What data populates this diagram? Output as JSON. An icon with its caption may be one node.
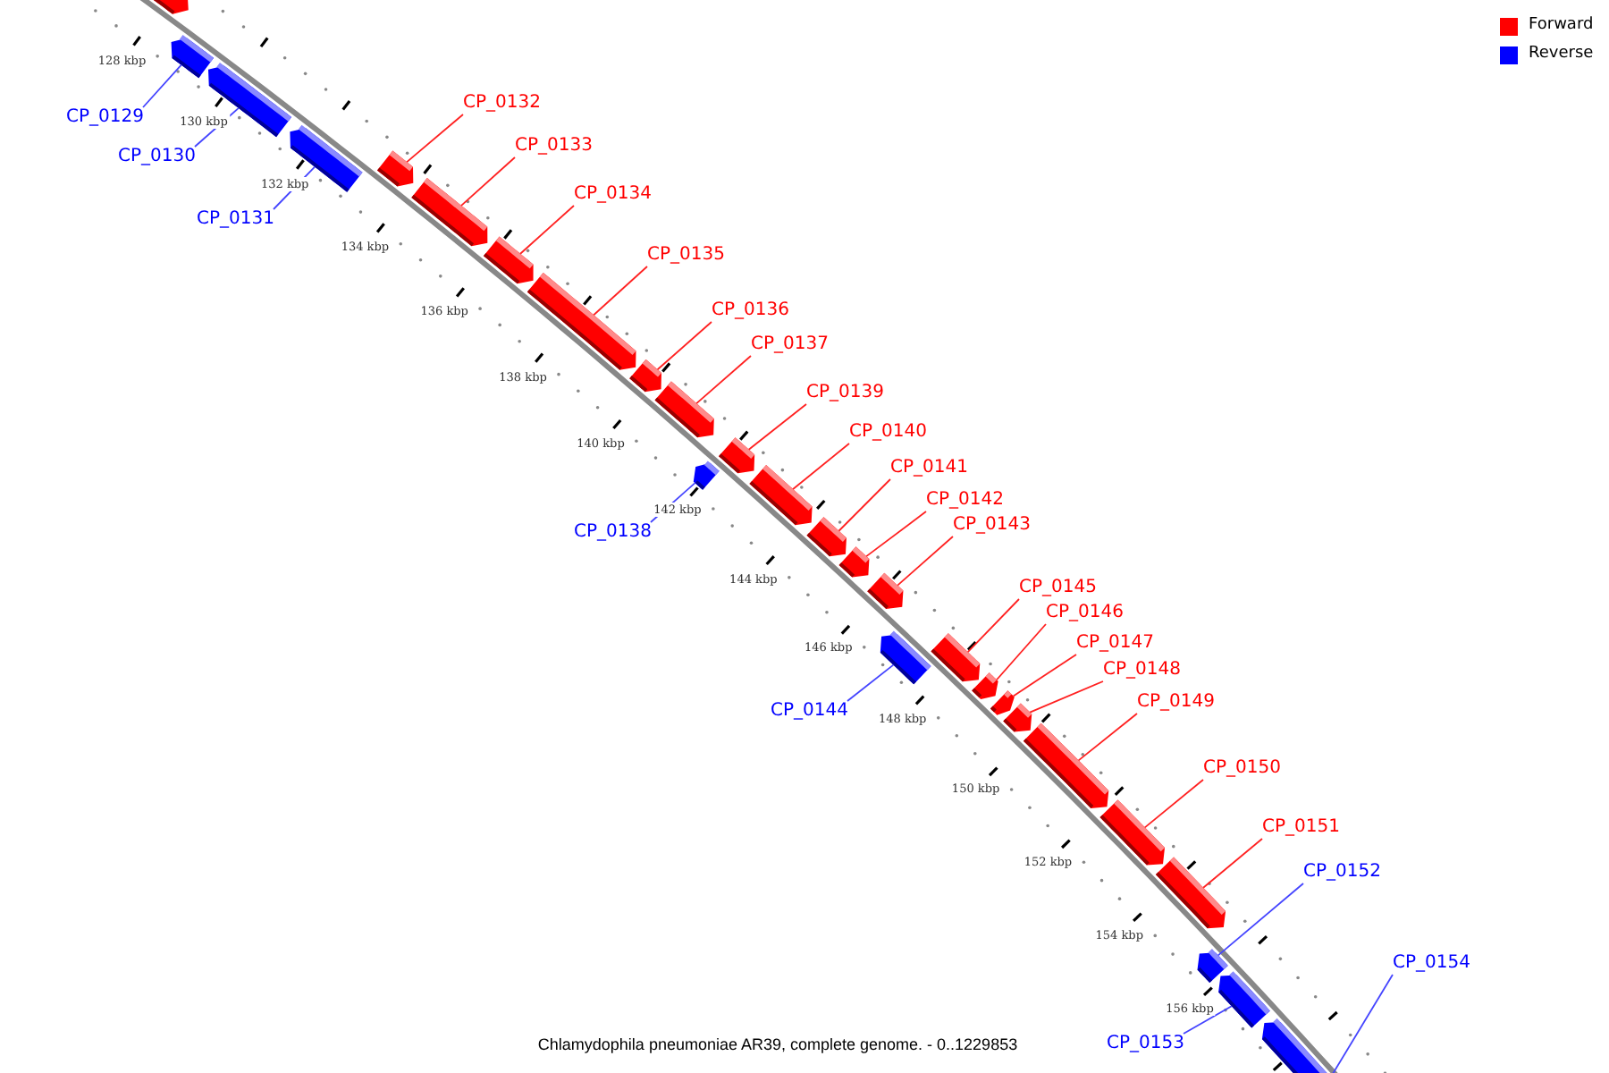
{
  "diagram": {
    "caption": "Chlamydophila pneumoniae AR39, complete genome. - 0..1229853",
    "nodes": [
      {
        "text": [
          "CP_0129"
        ]
      },
      {
        "text": [
          "CP_0130"
        ]
      },
      {
        "text": [
          "CP_0131"
        ]
      },
      {
        "text": [
          "CP_0132"
        ]
      },
      {
        "text": [
          "CP_0133"
        ]
      },
      {
        "text": [
          "CP_0134"
        ]
      },
      {
        "text": [
          "CP_0135"
        ]
      },
      {
        "text": [
          "CP_0136"
        ]
      },
      {
        "text": [
          "CP_0137"
        ]
      },
      {
        "text": [
          "CP_0138"
        ]
      },
      {
        "text": [
          "CP_0139"
        ]
      },
      {
        "text": [
          "CP_0140"
        ]
      },
      {
        "text": [
          "CP_0141"
        ]
      },
      {
        "text": [
          "CP_0142"
        ]
      },
      {
        "text": [
          "CP_0143"
        ]
      },
      {
        "text": [
          "CP_0144"
        ]
      },
      {
        "text": [
          "CP_0145"
        ]
      },
      {
        "text": [
          "CP_0146"
        ]
      },
      {
        "text": [
          "CP_0147"
        ]
      },
      {
        "text": [
          "CP_0148"
        ]
      },
      {
        "text": [
          "CP_0149"
        ]
      },
      {
        "text": [
          "CP_0150"
        ]
      },
      {
        "text": [
          "CP_0151"
        ]
      },
      {
        "text": [
          "CP_0152"
        ]
      },
      {
        "text": [
          "CP_0153"
        ]
      },
      {
        "text": [
          "CP_0154"
        ]
      },
      {
        "text": [],
        "shape": "bar"
      },
      {
        "text": [],
        "shape": "bar"
      },
      {
        "text": [],
        "shape": "bar"
      },
      {
        "text": [],
        "shape": "bar"
      },
      {
        "text": [],
        "shape": "bar"
      },
      {
        "text": [],
        "shape": "bar"
      },
      {
        "text": [],
        "shape": "bar"
      },
      {
        "text": [],
        "shape": "bar"
      },
      {
        "text": [],
        "shape": "bar"
      },
      {
        "text": [],
        "shape": "bar"
      },
      {
        "text": [],
        "shape": "bar"
      },
      {
        "text": [],
        "shape": "bar"
      },
      {
        "text": [],
        "shape": "bar"
      },
      {
        "text": [],
        "shape": "bar"
      },
      {
        "text": [],
        "shape": "bar"
      },
      {
        "text": [],
        "shape": "bar"
      },
      {
        "text": [],
        "shape": "bar"
      },
      {
        "text": [],
        "shape": "bar"
      },
      {
        "text": [],
        "shape": "bar"
      },
      {
        "text": [],
        "shape": "bar"
      },
      {
        "text": [],
        "shape": "bar"
      },
      {
        "text": [],
        "shape": "bar"
      },
      {
        "text": [],
        "shape": "bar"
      },
      {
        "text": [],
        "shape": "bar"
      },
      {
        "text": [],
        "shape": "bar"
      },
      {
        "text": [],
        "shape": "bar"
      },
      {
        "text": [],
        "shape": "bar"
      }
    ],
    "edges": [
      {
        "from": 0,
        "to": 27,
        "arrow": "none",
        "color": "#4444ff"
      },
      {
        "from": 1,
        "to": 28,
        "arrow": "none",
        "color": "#4444ff"
      },
      {
        "from": 2,
        "to": 29,
        "arrow": "none",
        "color": "#4444ff"
      },
      {
        "from": 3,
        "to": 30,
        "arrow": "none"
      },
      {
        "from": 4,
        "to": 31,
        "arrow": "none"
      },
      {
        "from": 5,
        "to": 32,
        "arrow": "none"
      },
      {
        "from": 6,
        "to": 33,
        "arrow": "none"
      },
      {
        "from": 7,
        "to": 34,
        "arrow": "none"
      },
      {
        "from": 8,
        "to": 35,
        "arrow": "none"
      },
      {
        "from": 9,
        "to": 36,
        "arrow": "none",
        "color": "#4444ff"
      },
      {
        "from": 10,
        "to": 37,
        "arrow": "none"
      },
      {
        "from": 11,
        "to": 38,
        "arrow": "none"
      },
      {
        "from": 12,
        "to": 39,
        "arrow": "none"
      },
      {
        "from": 13,
        "to": 40,
        "arrow": "none"
      },
      {
        "from": 14,
        "to": 41,
        "arrow": "none"
      },
      {
        "from": 15,
        "to": 42,
        "arrow": "none",
        "color": "#4444ff"
      },
      {
        "from": 16,
        "to": 43,
        "arrow": "none"
      },
      {
        "from": 17,
        "to": 44,
        "arrow": "none"
      },
      {
        "from": 18,
        "to": 45,
        "arrow": "none"
      },
      {
        "from": 19,
        "to": 46,
        "arrow": "none"
      },
      {
        "from": 20,
        "to": 47,
        "arrow": "none"
      },
      {
        "from": 21,
        "to": 48,
        "arrow": "none"
      },
      {
        "from": 22,
        "to": 49,
        "arrow": "none"
      },
      {
        "from": 23,
        "to": 50,
        "arrow": "none",
        "color": "#4444ff"
      },
      {
        "from": 24,
        "to": 51,
        "arrow": "none",
        "color": "#4444ff"
      },
      {
        "from": 25,
        "to": 52,
        "arrow": "none",
        "color": "#4444ff"
      }
    ],
    "labels": [
      "128 kbp",
      "130 kbp",
      "132 kbp",
      "134 kbp",
      "136 kbp",
      "138 kbp",
      "140 kbp",
      "142 kbp",
      "144 kbp",
      "146 kbp",
      "148 kbp",
      "150 kbp",
      "152 kbp",
      "154 kbp",
      "156 kbp"
    ],
    "legend": [
      {
        "text": "Forward",
        "color": "#ff0000"
      },
      {
        "text": "Reverse",
        "color": "#0000ff"
      }
    ]
  }
}
